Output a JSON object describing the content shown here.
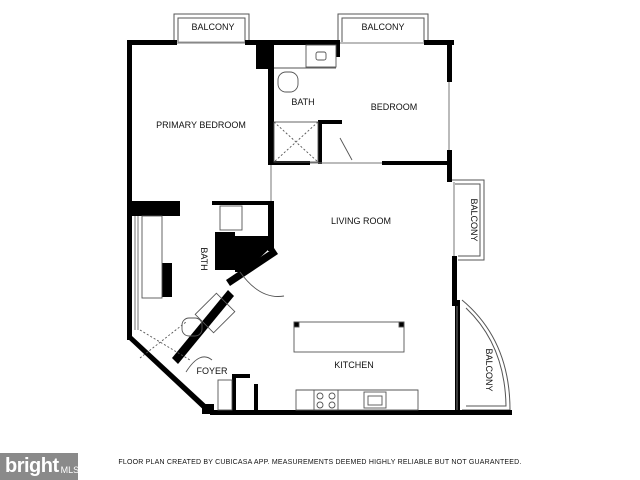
{
  "rooms": {
    "balcony_1": "BALCONY",
    "balcony_2": "BALCONY",
    "balcony_3": "BALCONY",
    "balcony_4": "BALCONY",
    "primary_bedroom": "PRIMARY BEDROOM",
    "bath_1": "BATH",
    "bedroom": "BEDROOM",
    "living_room": "LIVING ROOM",
    "bath_2": "BATH",
    "kitchen": "KITCHEN",
    "foyer": "FOYER"
  },
  "footer": {
    "disclaimer": "FLOOR PLAN CREATED BY CUBICASA APP. MEASUREMENTS DEEMED HIGHLY RELIABLE BUT NOT GUARANTEED."
  },
  "watermark": {
    "brand": "bright",
    "suffix": "MLS"
  },
  "colors": {
    "wall": "#000000",
    "fixture_line": "#555555",
    "watermark_bg": "#8a8a8a"
  }
}
